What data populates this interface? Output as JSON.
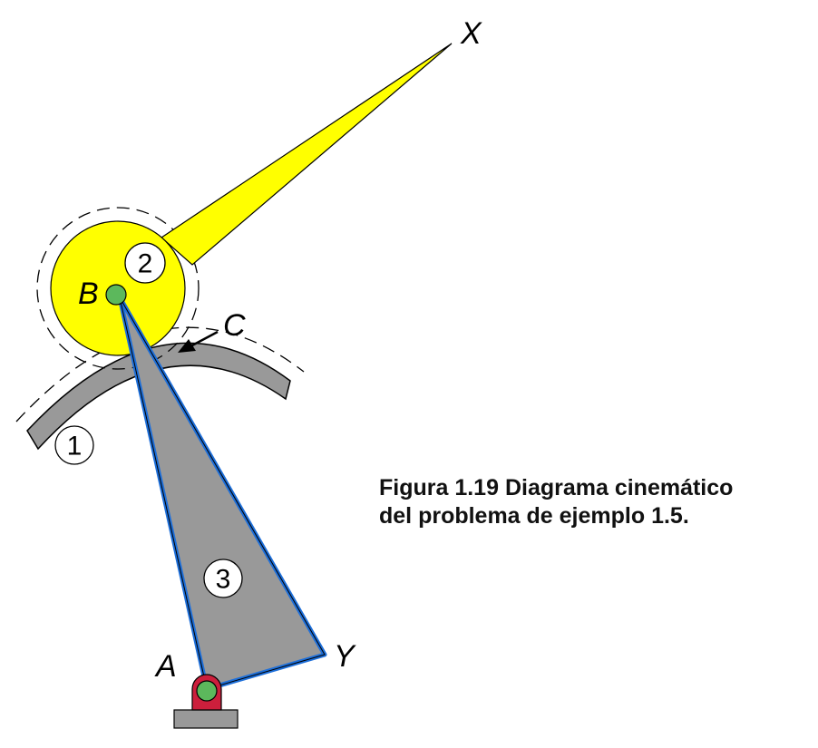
{
  "labels": {
    "X": "X",
    "Y": "Y",
    "A": "A",
    "B": "B",
    "C": "C"
  },
  "links": {
    "link1": "1",
    "link2": "2",
    "link3": "3"
  },
  "caption": {
    "line1": "Figura 1.19 Diagrama cinemático",
    "line2": "del problema de ejemplo 1.5."
  },
  "colors": {
    "link2_fill": "#ffff00",
    "link3_fill": "#999999",
    "link3_outline": "#1e6fd9",
    "ground_link_fill": "#999999",
    "pin_fill": "#5cb85c",
    "support_fill": "#cc1f3c",
    "base_fill": "#999999"
  }
}
